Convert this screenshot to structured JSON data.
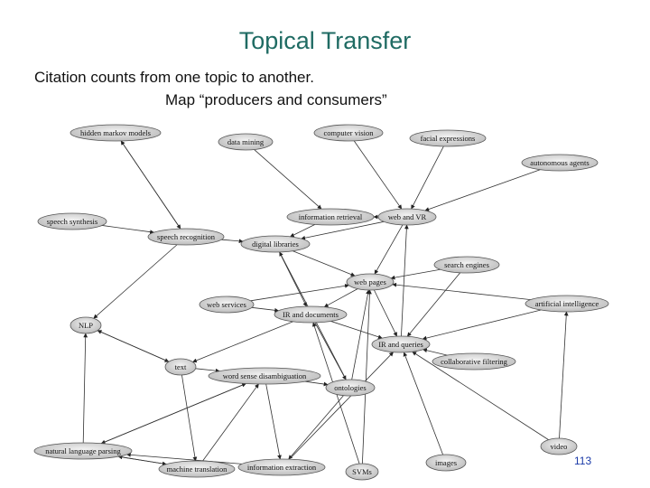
{
  "slide": {
    "title": "Topical Transfer",
    "subtitle_line1": "Citation counts from one topic to another.",
    "subtitle_line2": "Map “producers and consumers”",
    "page_number": "113"
  },
  "graph": {
    "nodes": [
      {
        "id": "hmm",
        "label": "hidden markov models"
      },
      {
        "id": "dm",
        "label": "data mining"
      },
      {
        "id": "cv",
        "label": "computer vision"
      },
      {
        "id": "fe",
        "label": "facial expressions"
      },
      {
        "id": "aa",
        "label": "autonomous agents"
      },
      {
        "id": "ss",
        "label": "speech synthesis"
      },
      {
        "id": "ir",
        "label": "information retrieval"
      },
      {
        "id": "wvr",
        "label": "web and VR"
      },
      {
        "id": "sr",
        "label": "speech recognition"
      },
      {
        "id": "dl",
        "label": "digital libraries"
      },
      {
        "id": "se",
        "label": "search engines"
      },
      {
        "id": "wp",
        "label": "web pages"
      },
      {
        "id": "ws",
        "label": "web services"
      },
      {
        "id": "ai",
        "label": "artificial intelligence"
      },
      {
        "id": "ird",
        "label": "IR and documents"
      },
      {
        "id": "nlp",
        "label": "NLP"
      },
      {
        "id": "irq",
        "label": "IR and queries"
      },
      {
        "id": "cf",
        "label": "collaborative filtering"
      },
      {
        "id": "text",
        "label": "text"
      },
      {
        "id": "wsd",
        "label": "word sense disambiguation"
      },
      {
        "id": "ont",
        "label": "ontologies"
      },
      {
        "id": "nlpar",
        "label": "natural language parsing"
      },
      {
        "id": "vid",
        "label": "video"
      },
      {
        "id": "mt",
        "label": "machine translation"
      },
      {
        "id": "ie",
        "label": "information extraction"
      },
      {
        "id": "svm",
        "label": "SVMs"
      },
      {
        "id": "img",
        "label": "images"
      }
    ],
    "edges": [
      [
        "hmm",
        "sr"
      ],
      [
        "sr",
        "hmm"
      ],
      [
        "ss",
        "sr"
      ],
      [
        "dm",
        "ir"
      ],
      [
        "cv",
        "wvr"
      ],
      [
        "fe",
        "wvr"
      ],
      [
        "aa",
        "wvr"
      ],
      [
        "ir",
        "dl"
      ],
      [
        "wvr",
        "ir"
      ],
      [
        "wvr",
        "dl"
      ],
      [
        "wvr",
        "wp"
      ],
      [
        "se",
        "wp"
      ],
      [
        "se",
        "irq"
      ],
      [
        "ai",
        "wp"
      ],
      [
        "ai",
        "irq"
      ],
      [
        "dl",
        "wp"
      ],
      [
        "dl",
        "ird"
      ],
      [
        "sr",
        "dl"
      ],
      [
        "sr",
        "nlp"
      ],
      [
        "ws",
        "wp"
      ],
      [
        "ws",
        "ird"
      ],
      [
        "wp",
        "ird"
      ],
      [
        "wp",
        "irq"
      ],
      [
        "ird",
        "irq"
      ],
      [
        "ird",
        "ont"
      ],
      [
        "ird",
        "text"
      ],
      [
        "cf",
        "irq"
      ],
      [
        "nlp",
        "text"
      ],
      [
        "nlpar",
        "nlp"
      ],
      [
        "text",
        "nlp"
      ],
      [
        "text",
        "wsd"
      ],
      [
        "wsd",
        "ont"
      ],
      [
        "wsd",
        "nlpar"
      ],
      [
        "nlpar",
        "wsd"
      ],
      [
        "text",
        "mt"
      ],
      [
        "ont",
        "wp"
      ],
      [
        "ont",
        "dl"
      ],
      [
        "ont",
        "ie"
      ],
      [
        "ie",
        "nlpar"
      ],
      [
        "mt",
        "nlpar"
      ],
      [
        "nlpar",
        "mt"
      ],
      [
        "mt",
        "wsd"
      ],
      [
        "svm",
        "wp"
      ],
      [
        "svm",
        "ird"
      ],
      [
        "img",
        "irq"
      ],
      [
        "vid",
        "ai"
      ],
      [
        "vid",
        "irq"
      ],
      [
        "irq",
        "wvr"
      ],
      [
        "wsd",
        "ie"
      ],
      [
        "ie",
        "irq"
      ]
    ]
  }
}
